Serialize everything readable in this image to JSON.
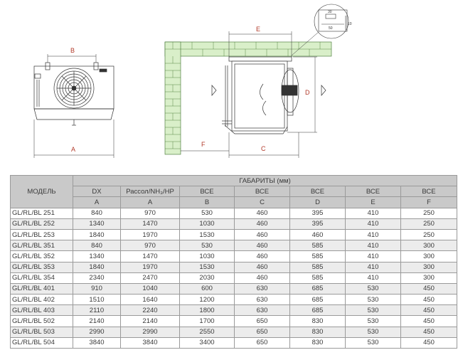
{
  "dimension_labels": {
    "a": "A",
    "b": "B",
    "c": "C",
    "d": "D",
    "e": "E",
    "f": "F",
    "detail_30": "30",
    "detail_50": "50",
    "detail_10": "10"
  },
  "table": {
    "model_header": "МОДЕЛЬ",
    "group_header": "ГАБАРИТЫ (мм)",
    "sub_headers": [
      "DX",
      "Рассол/NH₃/HP",
      "ВСЕ",
      "ВСЕ",
      "ВСЕ",
      "ВСЕ",
      "ВСЕ"
    ],
    "letters": [
      "A",
      "A",
      "B",
      "C",
      "D",
      "E",
      "F"
    ],
    "rows": [
      {
        "model": "GL/RL/BL 251",
        "vals": [
          "840",
          "970",
          "530",
          "460",
          "395",
          "410",
          "250"
        ]
      },
      {
        "model": "GL/RL/BL 252",
        "vals": [
          "1340",
          "1470",
          "1030",
          "460",
          "395",
          "410",
          "250"
        ]
      },
      {
        "model": "GL/RL/BL 253",
        "vals": [
          "1840",
          "1970",
          "1530",
          "460",
          "460",
          "410",
          "250"
        ]
      },
      {
        "model": "GL/RL/BL 351",
        "vals": [
          "840",
          "970",
          "530",
          "460",
          "585",
          "410",
          "300"
        ]
      },
      {
        "model": "GL/RL/BL 352",
        "vals": [
          "1340",
          "1470",
          "1030",
          "460",
          "585",
          "410",
          "300"
        ]
      },
      {
        "model": "GL/RL/BL 353",
        "vals": [
          "1840",
          "1970",
          "1530",
          "460",
          "585",
          "410",
          "300"
        ]
      },
      {
        "model": "GL/RL/BL 354",
        "vals": [
          "2340",
          "2470",
          "2030",
          "460",
          "585",
          "410",
          "300"
        ]
      },
      {
        "model": "GL/RL/BL 401",
        "vals": [
          "910",
          "1040",
          "600",
          "630",
          "685",
          "530",
          "450"
        ]
      },
      {
        "model": "GL/RL/BL 402",
        "vals": [
          "1510",
          "1640",
          "1200",
          "630",
          "685",
          "530",
          "450"
        ]
      },
      {
        "model": "GL/RL/BL 403",
        "vals": [
          "2110",
          "2240",
          "1800",
          "630",
          "685",
          "530",
          "450"
        ]
      },
      {
        "model": "GL/RL/BL 502",
        "vals": [
          "2140",
          "2140",
          "1700",
          "650",
          "830",
          "530",
          "450"
        ]
      },
      {
        "model": "GL/RL/BL 503",
        "vals": [
          "2990",
          "2990",
          "2550",
          "650",
          "830",
          "530",
          "450"
        ]
      },
      {
        "model": "GL/RL/BL 504",
        "vals": [
          "3840",
          "3840",
          "3400",
          "650",
          "830",
          "530",
          "450"
        ]
      }
    ]
  }
}
